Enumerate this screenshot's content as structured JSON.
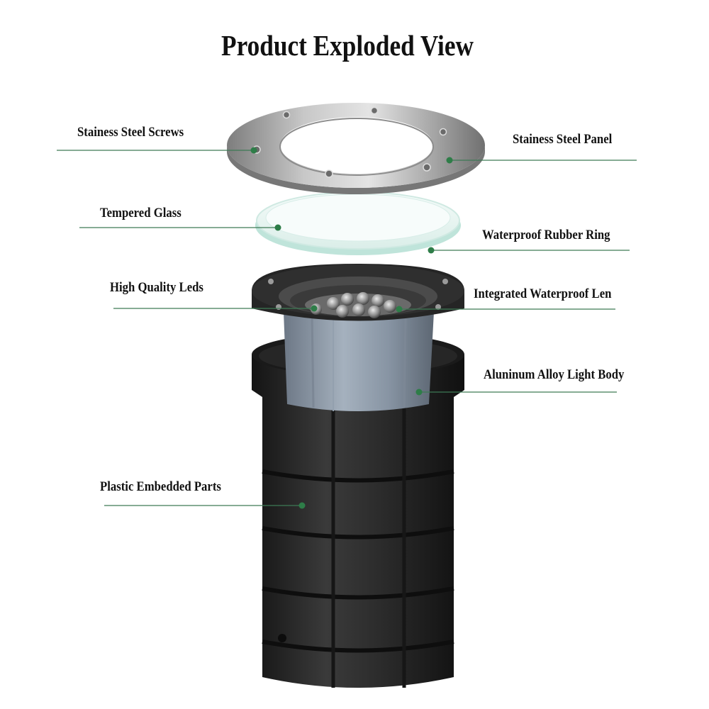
{
  "title": "Product Exploded View",
  "callouts": [
    {
      "id": "screws",
      "text": "Stainess Steel  Screws"
    },
    {
      "id": "panel",
      "text": "Stainess Steel Panel"
    },
    {
      "id": "glass",
      "text": "Tempered Glass"
    },
    {
      "id": "ring",
      "text": "Waterproof Rubber Ring"
    },
    {
      "id": "leds",
      "text": "High Quality Leds"
    },
    {
      "id": "len",
      "text": "Integrated Waterproof Len"
    },
    {
      "id": "body",
      "text": "Aluninum Alloy Light Body"
    },
    {
      "id": "embedded",
      "text": "Plastic Embedded Parts"
    }
  ],
  "colors": {
    "leader": "#3d7a55",
    "dot": "#2e7d48",
    "steel": "#a9a9a9",
    "glass": "#e3f3ef",
    "housing": "#2b2b2b",
    "body": "#8a97a6"
  }
}
